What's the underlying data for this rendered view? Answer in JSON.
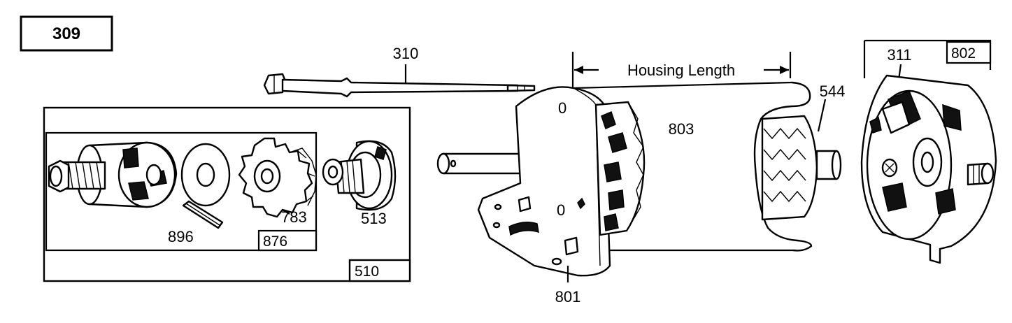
{
  "title_box": "309",
  "labels": {
    "bolt": "310",
    "housing_length": "Housing Length",
    "armature": "803",
    "commutator": "544",
    "end_cap_screw": "311",
    "end_cap_kit": "802",
    "drive_end_cap": "801",
    "drive_kit": "510",
    "pinion_gear": "783",
    "roll_pin": "896",
    "gear_kit": "876",
    "drive_assembly": "513"
  }
}
